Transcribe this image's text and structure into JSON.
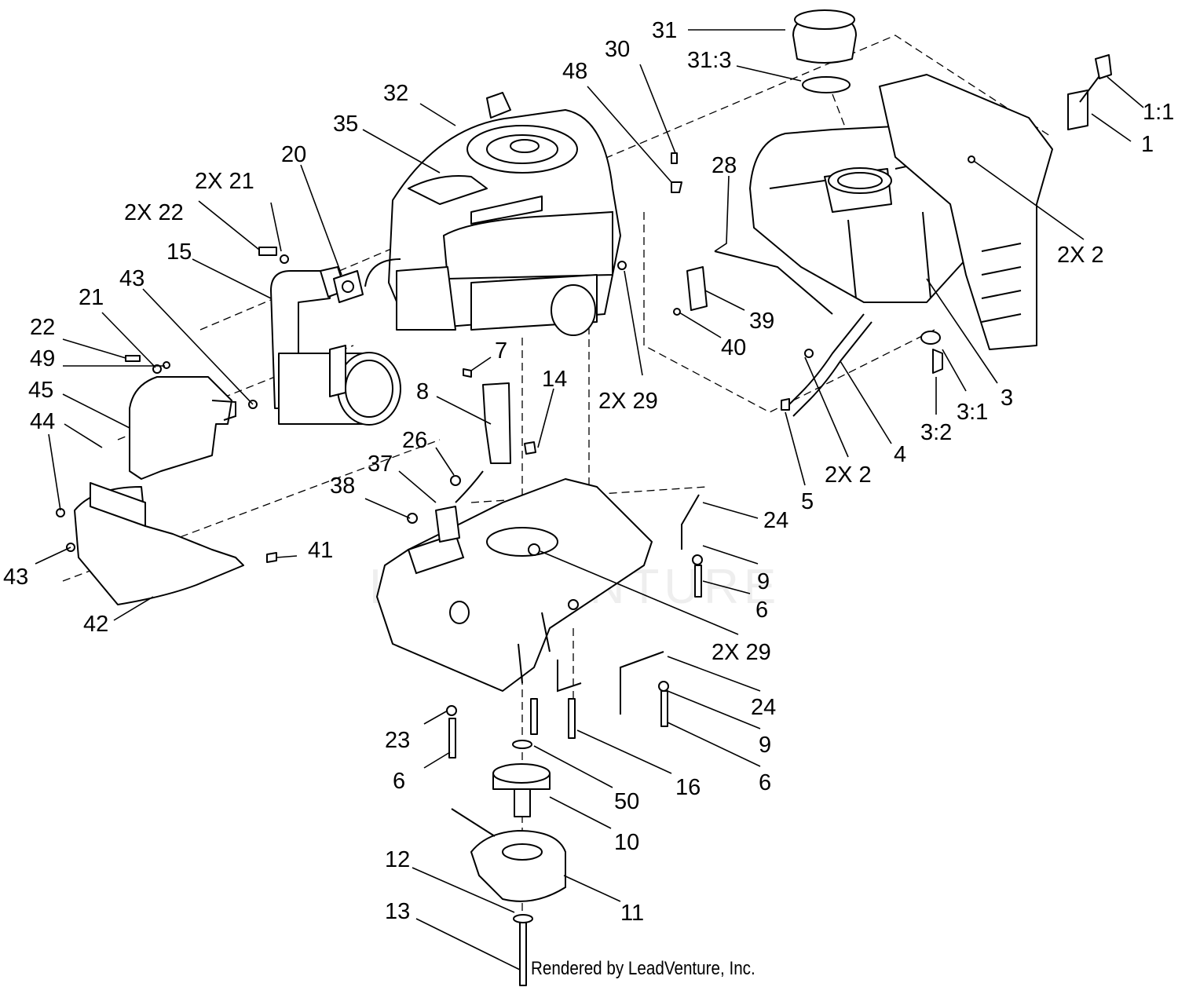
{
  "diagram": {
    "watermark": "LEADVENTURE",
    "credit": "Rendered by LeadVenture, Inc.",
    "callouts": {
      "c31": "31",
      "c31_3": "31:3",
      "c30": "30",
      "c48": "48",
      "c32": "32",
      "c35": "35",
      "c20": "20",
      "c2x21": "2X 21",
      "c2x22": "2X 22",
      "c15": "15",
      "c43a": "43",
      "c21": "21",
      "c22": "22",
      "c49": "49",
      "c45": "45",
      "c44": "44",
      "c43b": "43",
      "c42": "42",
      "c41": "41",
      "c7": "7",
      "c8": "8",
      "c14": "14",
      "c26": "26",
      "c37": "37",
      "c38": "38",
      "c2x29a": "2X 29",
      "c2x29b": "2X 29",
      "c28": "28",
      "c39": "39",
      "c40": "40",
      "c1_1": "1:1",
      "c1": "1",
      "c2x2a": "2X 2",
      "c3": "3",
      "c3_1": "3:1",
      "c3_2": "3:2",
      "c4": "4",
      "c2x2b": "2X 2",
      "c5": "5",
      "c24a": "24",
      "c9a": "9",
      "c6a": "6",
      "c24b": "24",
      "c9b": "9",
      "c6b": "6",
      "c23": "23",
      "c6c": "6",
      "c50": "50",
      "c16": "16",
      "c10": "10",
      "c12": "12",
      "c11": "11",
      "c13": "13"
    }
  }
}
